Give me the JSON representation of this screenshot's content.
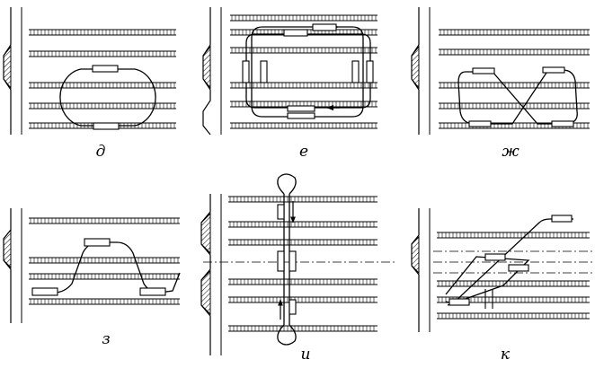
{
  "panels": [
    {
      "id": "d",
      "label": "д"
    },
    {
      "id": "e",
      "label": "е"
    },
    {
      "id": "zh",
      "label": "ж"
    },
    {
      "id": "z",
      "label": "з"
    },
    {
      "id": "i",
      "label": "и"
    },
    {
      "id": "k",
      "label": "к"
    }
  ],
  "colors": {
    "ink": "#000000",
    "paper": "#ffffff"
  }
}
